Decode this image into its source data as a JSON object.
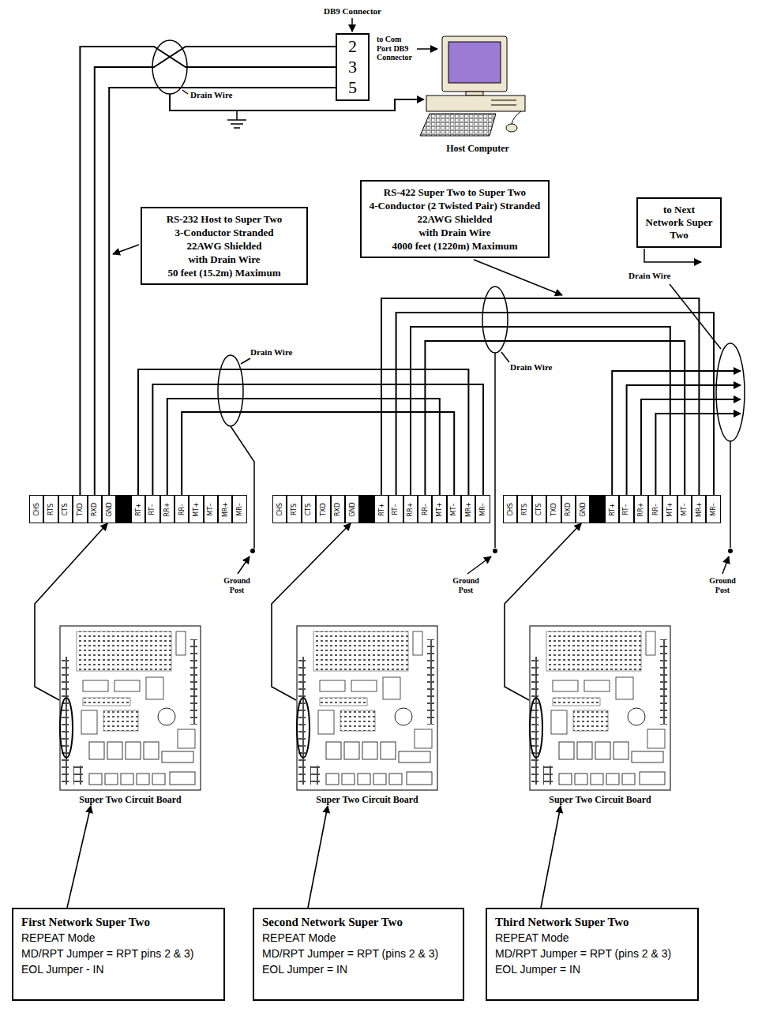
{
  "diagram": {
    "nodes": [
      {
        "text": [
          "DB9 Connector",
          "2",
          "3",
          "5"
        ]
      },
      {
        "text": [
          "RS-232 Host to Super Two",
          "3-Conductor Stranded",
          "22AWG Shielded",
          "with Drain Wire",
          "50 feet (15.2m) Maximum"
        ]
      },
      {
        "text": [
          "RS-422 Super Two to Super Two",
          "4-Conductor (2 Twisted Pair) Stranded",
          "22AWG Shielded",
          "with Drain Wire",
          "4000 feet (1220m) Maximum"
        ]
      },
      {
        "text": [
          "to Next Network Super Two"
        ]
      },
      {
        "text": [
          "CHS",
          "RTS",
          "CTS",
          "TXD",
          "RXD",
          "GND",
          "RT+",
          "RT–",
          "RR+",
          "RR–",
          "MT+",
          "MT–",
          "MR+",
          "MR–"
        ]
      },
      {
        "text": [
          "CHS",
          "RTS",
          "CTS",
          "TXD",
          "RXD",
          "GND",
          "RT+",
          "RT–",
          "RR+",
          "RR–",
          "MT+",
          "MT–",
          "MR+",
          "MR–"
        ]
      },
      {
        "text": [
          "CHS",
          "RTS",
          "CTS",
          "TXD",
          "RXD",
          "GND",
          "RT+",
          "RT–",
          "RR+",
          "RR–",
          "MT+",
          "MT–",
          "MR+",
          "MR–"
        ]
      },
      {
        "text": [
          "Super Two Circuit Board"
        ]
      },
      {
        "text": [
          "Super Two Circuit Board"
        ]
      },
      {
        "text": [
          "Super Two Circuit Board"
        ]
      },
      {
        "text": [
          "First Network Super Two",
          "REPEAT Mode",
          "MD/RPT Jumper = RPT pins 2 & 3)",
          "EOL Jumper - IN"
        ]
      },
      {
        "text": [
          "Second Network Super Two",
          "REPEAT Mode",
          "MD/RPT Jumper = RPT (pins 2 & 3)",
          "EOL Jumper = IN"
        ]
      },
      {
        "text": [
          "Third Network Super Two",
          "REPEAT Mode",
          "MD/RPT Jumper = RPT (pins 2 & 3)",
          "EOL Jumper = IN"
        ]
      }
    ],
    "edges": [
      {
        "from": 4,
        "to": 0,
        "arrow": "none"
      },
      {
        "from": 4,
        "to": 5,
        "arrow": "none"
      },
      {
        "from": 5,
        "to": 6,
        "arrow": "none"
      },
      {
        "from": 10,
        "to": 7,
        "arrow": "to"
      },
      {
        "from": 11,
        "to": 8,
        "arrow": "to"
      },
      {
        "from": 12,
        "to": 9,
        "arrow": "to"
      },
      {
        "from": 7,
        "to": 4,
        "arrow": "to"
      },
      {
        "from": 8,
        "to": 5,
        "arrow": "to"
      },
      {
        "from": 9,
        "to": 6,
        "arrow": "to"
      }
    ],
    "labels": [
      "to Com Port DB9 Connector",
      "Host Computer",
      "Drain Wire",
      "Drain Wire",
      "Drain Wire",
      "Drain Wire",
      "Ground Post",
      "Ground Post",
      "Ground Post"
    ]
  }
}
